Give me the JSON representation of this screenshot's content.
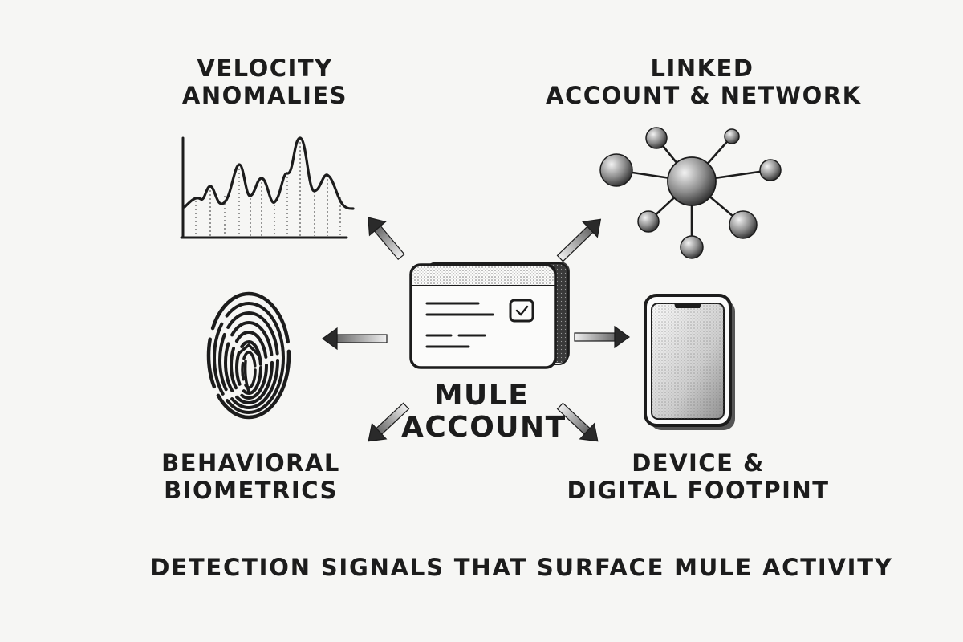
{
  "center": {
    "lines": [
      "MULE",
      "ACCOUNT"
    ],
    "icon": "bank-card-icon"
  },
  "signals": {
    "velocity": {
      "lines": [
        "VELOCITY",
        "ANOMALIES"
      ],
      "icon": "line-chart-icon"
    },
    "linked": {
      "lines": [
        "LINKED",
        "ACCOUNT & NETWORK"
      ],
      "icon": "network-graph-icon"
    },
    "behavioral": {
      "lines": [
        "BEHAVIORAL",
        "BIOMETRICS"
      ],
      "icon": "fingerprint-icon"
    },
    "device": {
      "lines": [
        "DEVICE &",
        "DIGITAL FOOTPINT"
      ],
      "icon": "smartphone-icon"
    }
  },
  "caption": "DETECTION SIGNALS THAT SURFACE MULE ACTIVITY",
  "colors": {
    "ink": "#1c1c1c",
    "background": "#f6f6f4",
    "stipple": "#8a8a8a"
  }
}
